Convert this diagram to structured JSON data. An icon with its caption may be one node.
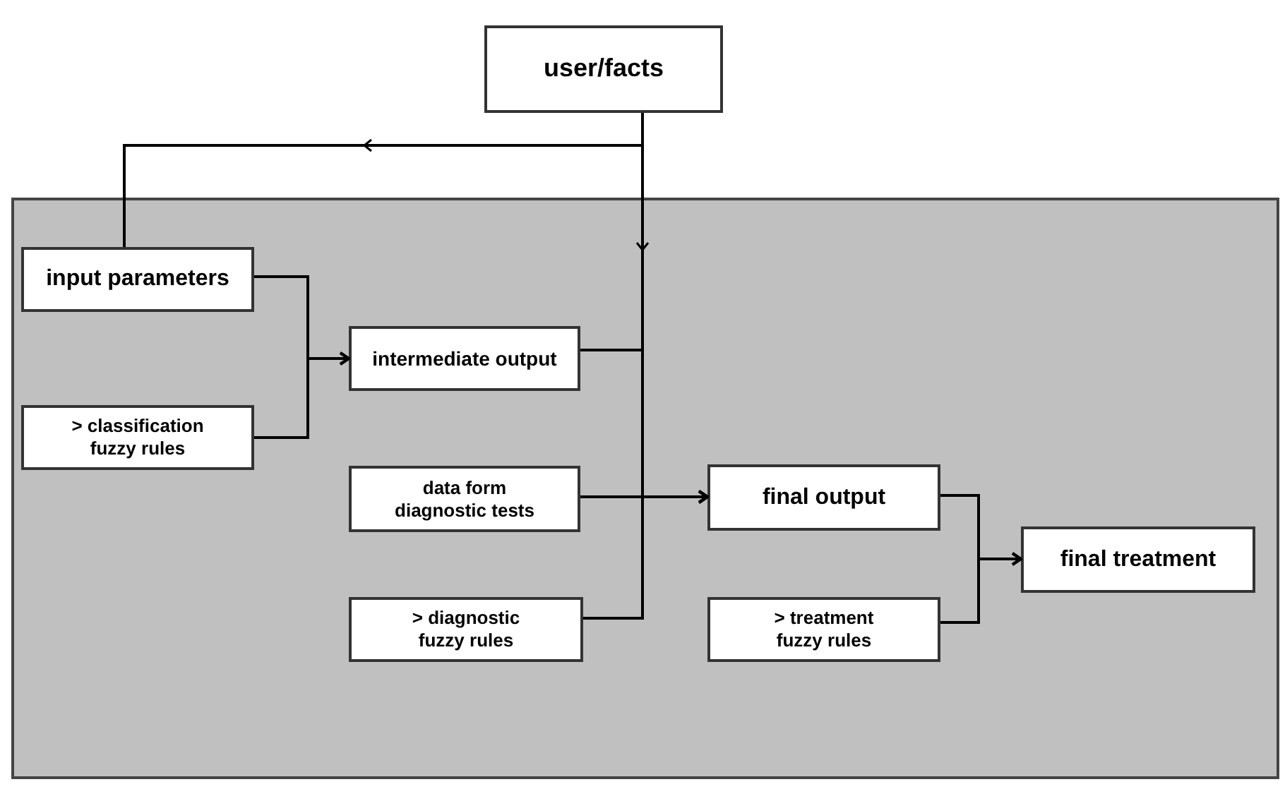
{
  "diagram": {
    "nodes": [
      {
        "text": [
          "user/facts"
        ]
      },
      {
        "text": [],
        "shape": "box"
      },
      {
        "text": [
          "input parameters"
        ],
        "in": 1
      },
      {
        "text": [
          "intermediate output"
        ],
        "in": 1
      },
      {
        "text": [
          "> classification fuzzy rules"
        ],
        "in": 1
      },
      {
        "text": [
          "data form diagnostic tests"
        ],
        "in": 1
      },
      {
        "text": [
          "final output"
        ],
        "in": 1
      },
      {
        "text": [
          "> diagnostic fuzzy rules"
        ],
        "in": 1
      },
      {
        "text": [
          "final treatment"
        ],
        "in": 1
      },
      {
        "text": [
          "> treatment fuzzy rules"
        ],
        "in": 1
      }
    ],
    "edges": [
      {
        "from": 0,
        "to": 2,
        "arrow": "to"
      },
      {
        "from": 0,
        "to": 6,
        "arrow": "to"
      },
      {
        "from": 2,
        "to": 3,
        "arrow": "to"
      },
      {
        "from": 4,
        "to": 3,
        "arrow": "to"
      },
      {
        "from": 3,
        "to": 6,
        "arrow": "to"
      },
      {
        "from": 5,
        "to": 6,
        "arrow": "to"
      },
      {
        "from": 7,
        "to": 6,
        "arrow": "to"
      },
      {
        "from": 6,
        "to": 8,
        "arrow": "to"
      },
      {
        "from": 9,
        "to": 8,
        "arrow": "to"
      }
    ]
  }
}
